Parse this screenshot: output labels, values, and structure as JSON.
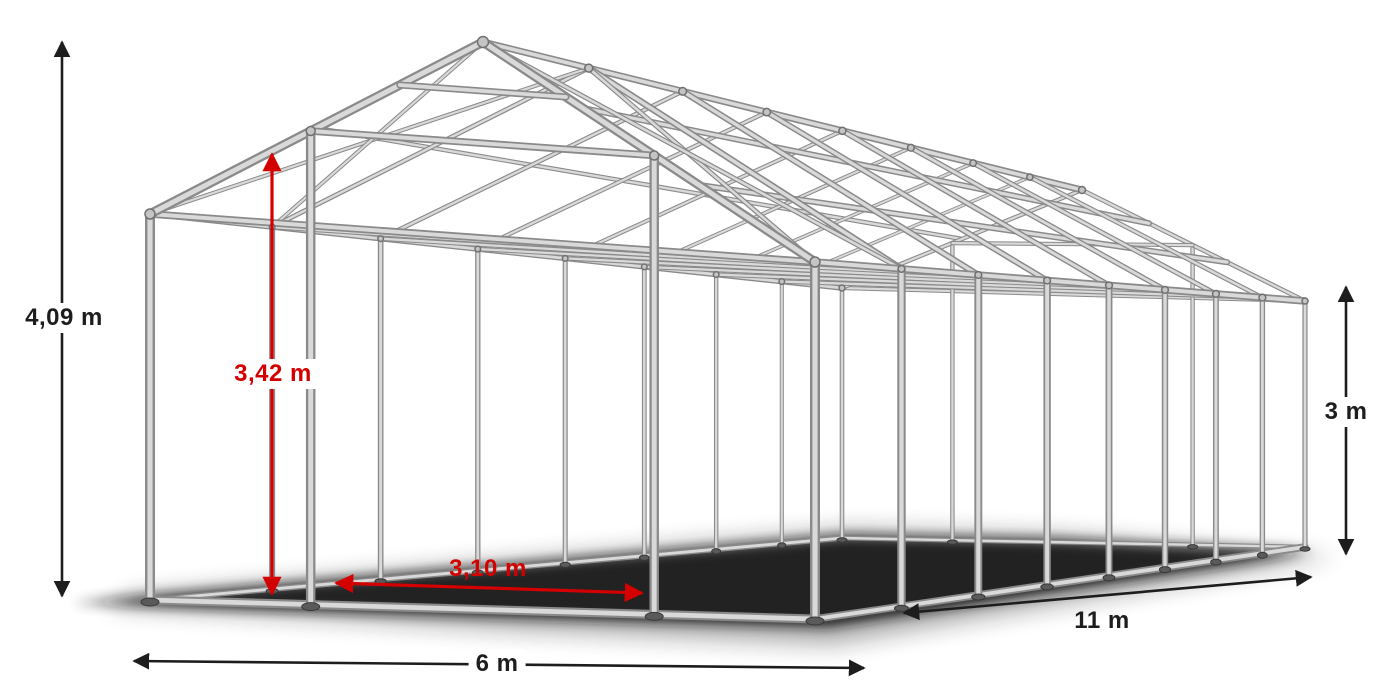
{
  "diagram": {
    "subject": "Storage tent steel frame construction with dimension arrows",
    "labels": {
      "total_height": "4,09 m",
      "clear_height": "3,42 m",
      "clear_width": "3,10 m",
      "front_width": "6 m",
      "side_length": "11 m",
      "wall_height": "3 m"
    },
    "colors": {
      "dimension_text": "#1d1d1d",
      "accent_red": "#d40000",
      "pipe_outline": "#8a8a8a",
      "pipe_fill": "#d9d9d9",
      "shadow": "#161616",
      "background": "#ffffff"
    }
  }
}
